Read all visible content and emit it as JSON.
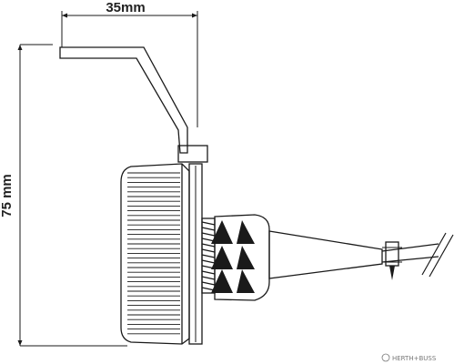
{
  "dimensions": {
    "width_label": "35mm",
    "height_label": "75 mm"
  },
  "watermark": {
    "text": "HERTH+BUSS"
  },
  "colors": {
    "line": "#1a1a1a",
    "watermark": "#777777",
    "background": "#ffffff"
  }
}
